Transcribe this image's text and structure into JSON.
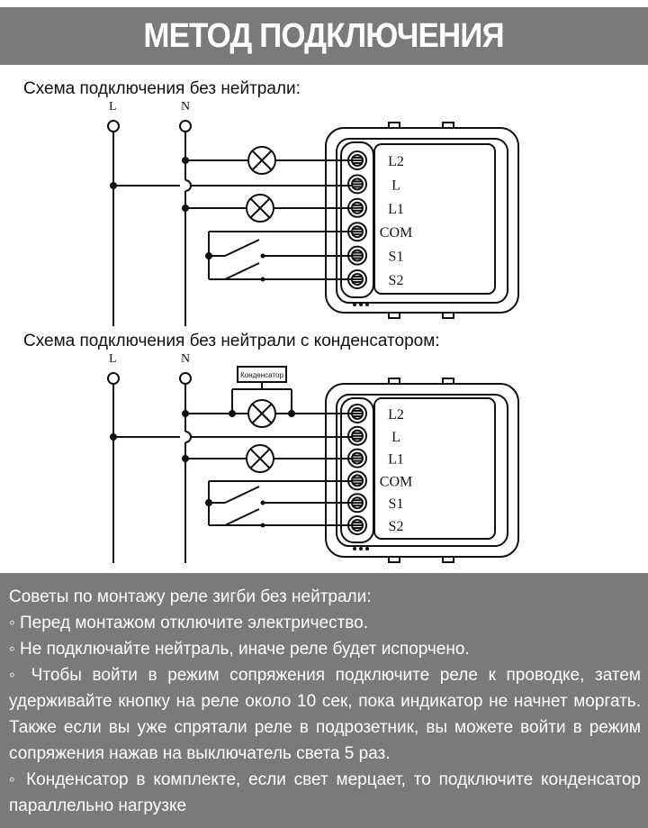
{
  "header": {
    "title": "МЕТОД ПОДКЛЮЧЕНИЯ"
  },
  "diagram1": {
    "caption": "Схема подключения без нейтрали:",
    "line_label": "L",
    "neutral_label": "N",
    "terminals": [
      "L2",
      "L",
      "L1",
      "COM",
      "S1",
      "S2"
    ]
  },
  "diagram2": {
    "caption": "Схема подключения без нейтрали с конденсатором:",
    "line_label": "L",
    "neutral_label": "N",
    "capacitor_label": "Конденсатор",
    "terminals": [
      "L2",
      "L",
      "L1",
      "COM",
      "S1",
      "S2"
    ]
  },
  "tips": {
    "heading": "Советы по монтажу реле зигби без нейтрали:",
    "items": [
      "◦ Перед монтажом отключите электричество.",
      "◦ Не подключайте нейтраль, иначе реле будет испорчено.",
      "◦ Чтобы войти в режим сопряжения подключите реле к проводке, затем удерживайте кнопку на реле около 10 сек, пока индикатор не начнет моргать. Также если вы уже спрятали реле в подрозетник, вы можете войти в режим сопряжения нажав на выключатель света 5 раз.",
      "◦ Конденсатор в комплекте, если свет мерцает, то подключите конденсатор параллельно нагрузке"
    ]
  },
  "colors": {
    "banner": "#7a7a7a",
    "banner_text": "#ffffff",
    "line": "#111111"
  }
}
